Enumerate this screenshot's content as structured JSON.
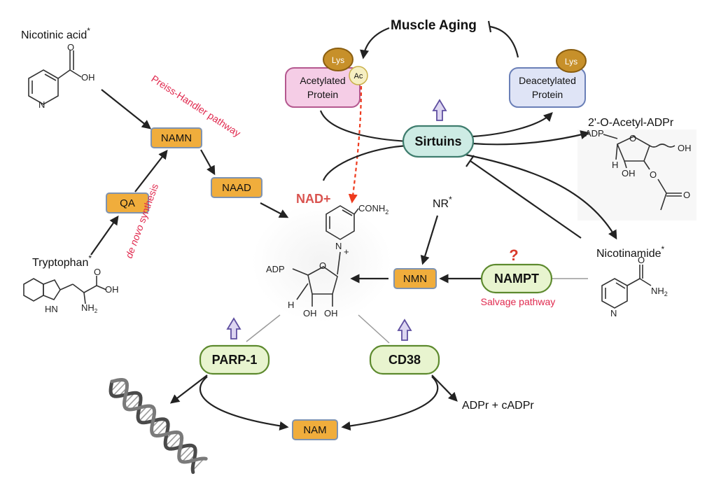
{
  "precursors": {
    "nicotinic_acid": "Nicotinic acid",
    "tryptophan": "Tryptophan",
    "nicotinamide": "Nicotinamide",
    "nr": "NR",
    "asterisk": "*"
  },
  "pathways": {
    "preiss_handler": "Preiss-Handler pathway",
    "de_novo_prefix": "de novo",
    "de_novo_suffix": " synthesis",
    "salvage": "Salvage pathway"
  },
  "intermediates": {
    "namn": "NAMN",
    "naad": "NAAD",
    "qa": "QA",
    "nmn": "NMN",
    "nam": "NAM"
  },
  "center": {
    "nad": "NAD+",
    "conh2": "CONH",
    "conh2_sub": "2",
    "n_plus": "N",
    "plus": "+",
    "adp": "ADP",
    "oh1": "OH",
    "oh2": "OH",
    "h": "H",
    "o": "O"
  },
  "sirtuin_cycle": {
    "muscle_aging": "Muscle Aging",
    "acetylated_line1": "Acetylated",
    "acetylated_line2": "Protein",
    "deacetylated_line1": "Deacetylated",
    "deacetylated_line2": "Protein",
    "lys_left": "Lys",
    "lys_right": "Lys",
    "ac": "Ac",
    "sirtuins": "Sirtuins",
    "acetyl_adpr": "2'-O-Acetyl-ADPr"
  },
  "acetyl_adpr_structure": {
    "adp": "ADP",
    "oh_right": "OH",
    "h": "H",
    "oh_bottom": "OH",
    "o_ring": "O",
    "o_ester": "O",
    "o_carbonyl": "O"
  },
  "enzymes": {
    "nampt": "NAMPT",
    "question": "?",
    "parp1": "PARP-1",
    "cd38": "CD38",
    "adpr_products": "ADPr + cADPr"
  },
  "molecule_labels": {
    "na_oh": "OH",
    "na_n": "N",
    "nam_nh2": "NH",
    "nam_nh2_sub": "2",
    "nam_o": "O",
    "nam_n": "N",
    "trp_oh": "OH",
    "trp_o": "O",
    "trp_nh2": "NH",
    "trp_nh2_sub": "2",
    "trp_hn": "HN"
  },
  "colors": {
    "intermediate_fill": "#f0ad3c",
    "intermediate_border": "#7f93b0",
    "sirtuins_fill": "#cdebe4",
    "sirtuins_border": "#3f7d6e",
    "enzyme_fill": "#e8f4cf",
    "enzyme_border": "#5d8a2e",
    "acetylated_fill": "#f5cde6",
    "acetylated_border": "#b4588f",
    "deacetylated_fill": "#dfe4f6",
    "deacetylated_border": "#6a7fb7",
    "lys_fill": "#c7902a",
    "lys_border": "#8a5e10",
    "ac_fill": "#f6efc2",
    "nad_label": "#d9534f",
    "pathway_label": "#e0294e",
    "question_mark": "#d93a2b",
    "up_arrow_fill": "#ddd6f1",
    "up_arrow_border": "#5f4fa0",
    "dashed_arrow": "#ee3a1d"
  }
}
